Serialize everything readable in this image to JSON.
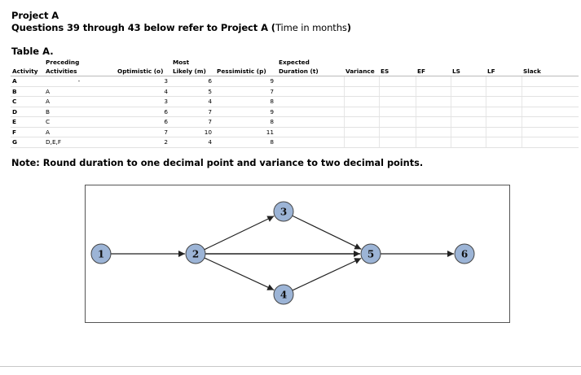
{
  "header": {
    "project_title": "Project A",
    "questions_text": "Questions 39 through 43 below refer to Project A (",
    "time_note": "Time in months",
    "close_paren": ")"
  },
  "table": {
    "label": "Table A.",
    "headers": {
      "activity": "Activity",
      "preceding_line1": "Preceding",
      "preceding_line2": "Activities",
      "optimistic_line2": "Optimistic (o)",
      "most_line1": "Most",
      "most_line2": "Likely (m)",
      "pessimistic_line2": "Pessimistic (p)",
      "expected_line1": "Expected",
      "expected_line2": "Duration (t)",
      "variance": "Variance",
      "es": "ES",
      "ef": "EF",
      "ls": "LS",
      "lf": "LF",
      "slack": "Slack"
    },
    "rows": [
      {
        "activity": "A",
        "preceding": "-",
        "o": "3",
        "m": "6",
        "p": "9"
      },
      {
        "activity": "B",
        "preceding": "A",
        "o": "4",
        "m": "5",
        "p": "7"
      },
      {
        "activity": "C",
        "preceding": "A",
        "o": "3",
        "m": "4",
        "p": "8"
      },
      {
        "activity": "D",
        "preceding": "B",
        "o": "6",
        "m": "7",
        "p": "9"
      },
      {
        "activity": "E",
        "preceding": "C",
        "o": "6",
        "m": "7",
        "p": "8"
      },
      {
        "activity": "F",
        "preceding": "A",
        "o": "7",
        "m": "10",
        "p": "11"
      },
      {
        "activity": "G",
        "preceding": "D,E,F",
        "o": "2",
        "m": "4",
        "p": "8"
      }
    ]
  },
  "note": "Note: Round duration to one decimal point and variance to two decimal points.",
  "network": {
    "nodes": [
      "1",
      "2",
      "3",
      "4",
      "5",
      "6"
    ],
    "node_fill": "#9cb4d6",
    "node_stroke": "#444444",
    "edges": [
      [
        "1",
        "2"
      ],
      [
        "2",
        "3"
      ],
      [
        "2",
        "5"
      ],
      [
        "2",
        "4"
      ],
      [
        "3",
        "5"
      ],
      [
        "4",
        "5"
      ],
      [
        "5",
        "6"
      ]
    ]
  }
}
